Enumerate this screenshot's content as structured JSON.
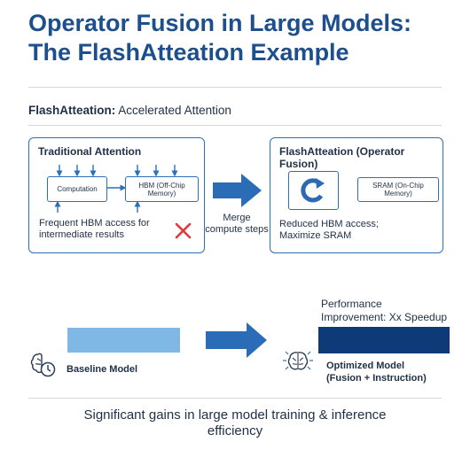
{
  "header": {
    "title_line1": "Operator Fusion in Large Models:",
    "title_line2": "The FlashAtteation Example",
    "subtitle_bold": "FlashAtteation:",
    "subtitle_rest": " Accelerated Attention"
  },
  "left_panel": {
    "title": "Traditional Attention",
    "box1": "Computation",
    "box2": "HBM (Off-Chip Memory)",
    "note_line1": "Frequent HBM access for",
    "note_line2": "intermediate results"
  },
  "middle": {
    "label_line1": "Merge",
    "label_line2": "compute steps"
  },
  "right_panel": {
    "title": "FlashAtteation (Operator Fusion)",
    "box": "SRAM (On-Chip Memory)",
    "note_line1": "Reduced HBM access;",
    "note_line2": "Maximize SRAM"
  },
  "comparison": {
    "perf_line1": "Performance",
    "perf_line2": "Improvement: Xx Speedup",
    "baseline_label": "Baseline Model",
    "optimized_line1": "Optimized Model",
    "optimized_line2": "(Fusion + Instruction)"
  },
  "footer": {
    "line1": "Significant gains in large model training & inference",
    "line2": "efficiency"
  },
  "colors": {
    "title": "#1d4f8c",
    "accent": "#2f6fb8",
    "baseline_bar": "#7fb8e4",
    "optimized_bar": "#0f3a78",
    "cross": "#e0393e",
    "check": "#3aa04a"
  }
}
